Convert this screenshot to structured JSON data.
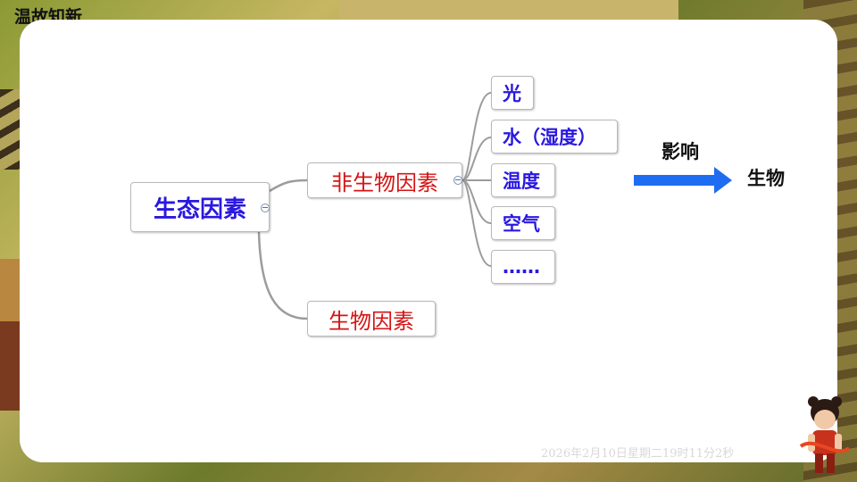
{
  "slide": {
    "title": "温故知新",
    "timestamp": "2026年2月10日星期二19时11分2秒"
  },
  "mindmap": {
    "root": "生态因素",
    "branches": [
      {
        "label": "非生物因素",
        "children": [
          "光",
          "水（湿度）",
          "温度",
          "空气",
          "……"
        ]
      },
      {
        "label": "生物因素",
        "children": []
      }
    ],
    "relation": {
      "verb": "影响",
      "target": "生物"
    }
  },
  "colors": {
    "root_text": "#2a18e0",
    "branch_text": "#d41414",
    "leaf_text": "#2a18e0",
    "arrow": "#1e6cf2",
    "connector": "#9c9c9c"
  },
  "icons": [
    "collapse-icon",
    "right-arrow-icon",
    "cartoon-character-icon"
  ]
}
